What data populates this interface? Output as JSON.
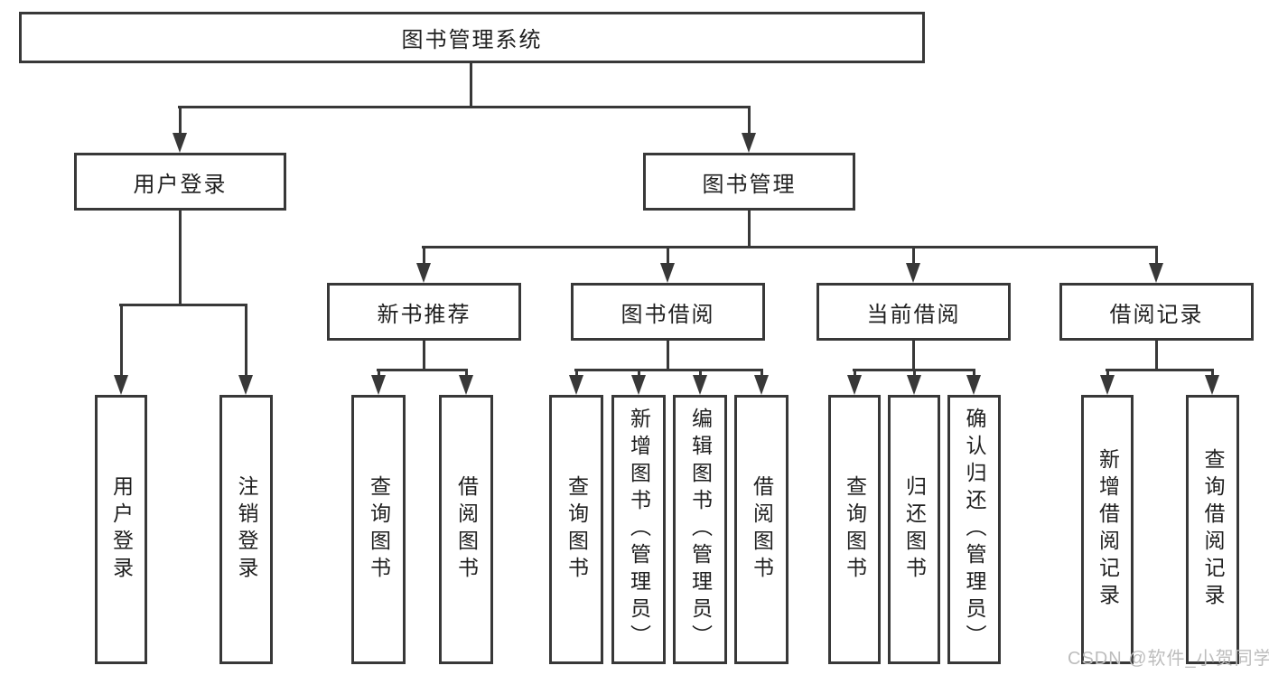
{
  "tree": {
    "label": "图书管理系统",
    "children": [
      {
        "label": "用户登录",
        "children": [
          {
            "label": "用户登录"
          },
          {
            "label": "注销登录"
          }
        ]
      },
      {
        "label": "图书管理",
        "children": [
          {
            "label": "新书推荐",
            "children": [
              {
                "label": "查询图书"
              },
              {
                "label": "借阅图书"
              }
            ]
          },
          {
            "label": "图书借阅",
            "children": [
              {
                "label": "查询图书"
              },
              {
                "label": "新增图书（管理员）"
              },
              {
                "label": "编辑图书（管理员）"
              },
              {
                "label": "借阅图书"
              }
            ]
          },
          {
            "label": "当前借阅",
            "children": [
              {
                "label": "查询图书"
              },
              {
                "label": "归还图书"
              },
              {
                "label": "确认归还（管理员）"
              }
            ]
          },
          {
            "label": "借阅记录",
            "children": [
              {
                "label": "新增借阅记录"
              },
              {
                "label": "查询借阅记录"
              }
            ]
          }
        ]
      }
    ]
  },
  "watermark": "CSDN @软件_小贺同学",
  "colors": {
    "line": "#383838",
    "text": "#1f1f1f",
    "watermark": "#bdbdbd",
    "background": "#ffffff"
  }
}
